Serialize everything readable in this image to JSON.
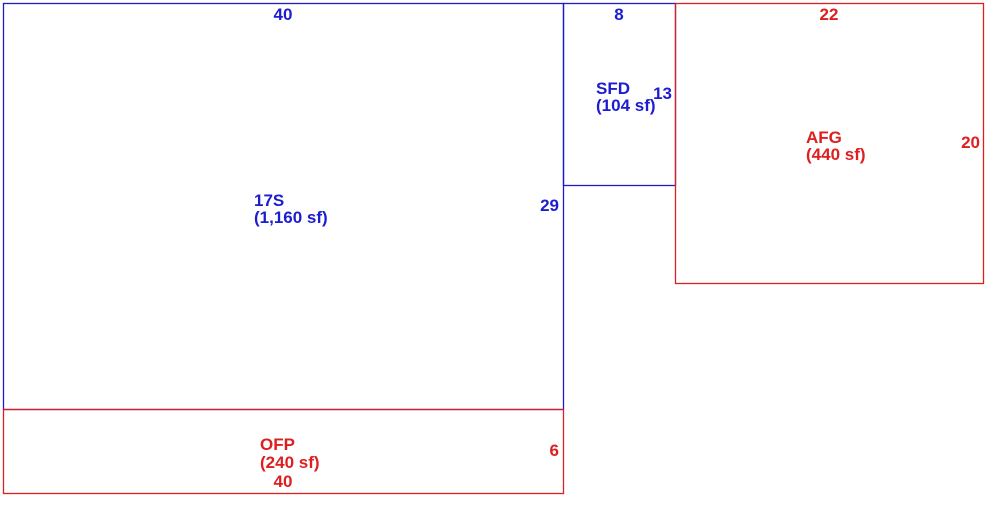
{
  "colors": {
    "living": "#1c1cd0",
    "other": "#dd1f1f"
  },
  "areas": [
    {
      "id": "main",
      "code": "17S",
      "area": "(1,160 sf)",
      "dims": {
        "top": "40",
        "right": "29"
      },
      "color_key": "living"
    },
    {
      "id": "sfd",
      "code": "SFD",
      "area": "(104 sf)",
      "dims": {
        "top": "8",
        "right": "13"
      },
      "color_key": "living"
    },
    {
      "id": "afg",
      "code": "AFG",
      "area": "(440 sf)",
      "dims": {
        "top": "22",
        "right": "20"
      },
      "color_key": "other"
    },
    {
      "id": "ofp",
      "code": "OFP",
      "area": "(240 sf)",
      "dims": {
        "right": "6",
        "bottom": "40"
      },
      "color_key": "other"
    }
  ]
}
